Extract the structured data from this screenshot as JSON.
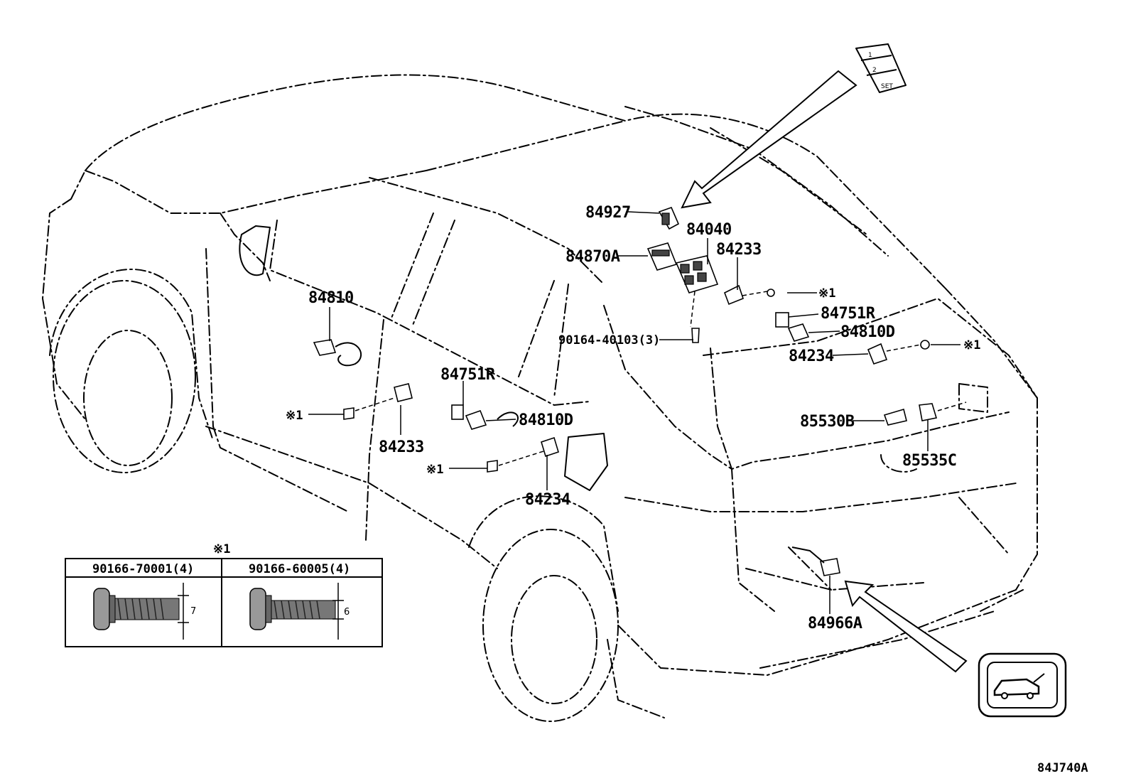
{
  "labels": {
    "p84927": "84927",
    "p84040": "84040",
    "p84870A": "84870A",
    "p84233_top": "84233",
    "p84810": "84810",
    "p84751R_top": "84751R",
    "p84810D_top": "84810D",
    "p90164": "90164-40103(3)",
    "p84234_top": "84234",
    "p84751R_mid": "84751R",
    "p84810D_mid": "84810D",
    "p84233_left": "84233",
    "p85530B": "85530B",
    "p85535C": "85535C",
    "p84234_mid": "84234",
    "p84966A": "84966A",
    "note_1": "※1",
    "note_2": "※1",
    "note_3": "※1",
    "note_4": "※1",
    "note_5": "※1"
  },
  "switch_icon": {
    "btn1": "1",
    "btn2": "2",
    "btn3": "SET"
  },
  "bolt_table": {
    "title": "※1",
    "col1_header": "90166-70001(4)",
    "col2_header": "90166-60005(4)",
    "col1_dim": "7",
    "col2_dim": "6"
  },
  "drawing_id": "84J740A",
  "icons": {
    "switch_panel": "memory-switch-icon",
    "power_tailgate": "power-back-door-icon"
  }
}
